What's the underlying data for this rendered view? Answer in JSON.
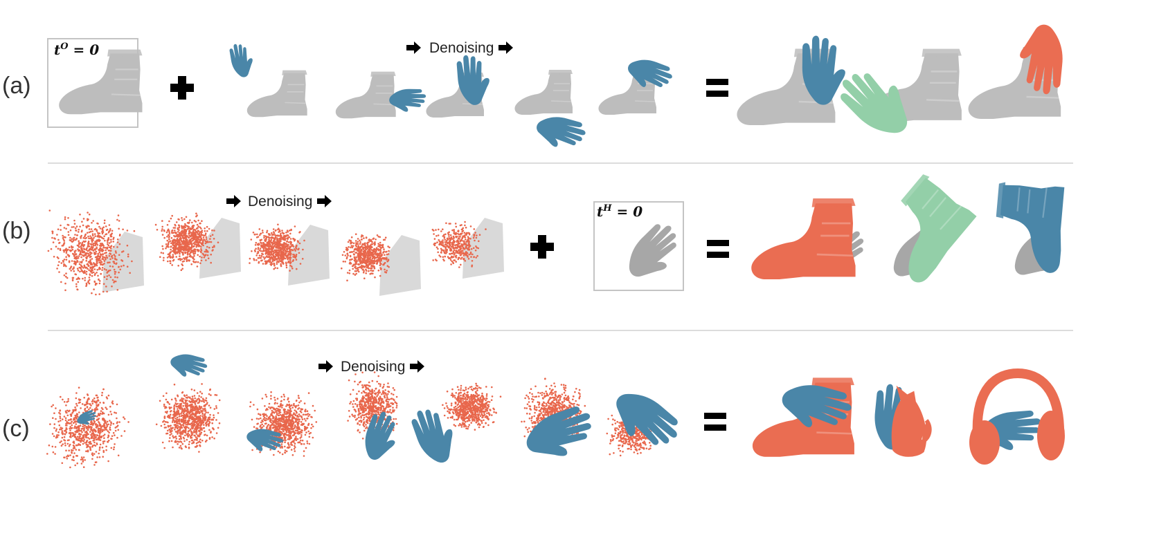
{
  "rows": [
    {
      "label": "(a)",
      "denoise_text": "Denoising",
      "condition": {
        "var": "t",
        "sup": "O",
        "rest": " = 0"
      },
      "input_color": "#bdbdbd",
      "output_colors": [
        "#4a86a8",
        "#93cfa8",
        "#ea6d52"
      ]
    },
    {
      "label": "(b)",
      "denoise_text": "Denoising",
      "condition": {
        "var": "t",
        "sup": "H",
        "rest": " = 0"
      },
      "input_color": "#a7a7a7",
      "output_colors": [
        "#ea6d52",
        "#93cfa8",
        "#4a86a8"
      ]
    },
    {
      "label": "(c)",
      "denoise_text": "Denoising",
      "output_colors": [
        "#ea6d52",
        "#4a86a8"
      ]
    }
  ],
  "colors": {
    "object_gray": "#bdbdbd",
    "hand_blue": "#4a86a8",
    "hand_green": "#93cfa8",
    "object_red": "#ea6d52",
    "point_red": "#e8674c",
    "divider": "#d0d0d0"
  },
  "icons": [
    "plus-icon",
    "equals-icon",
    "arrow-right-icon",
    "boot-icon",
    "hand-icon",
    "point-cloud-icon",
    "cat-icon",
    "headphones-icon"
  ]
}
